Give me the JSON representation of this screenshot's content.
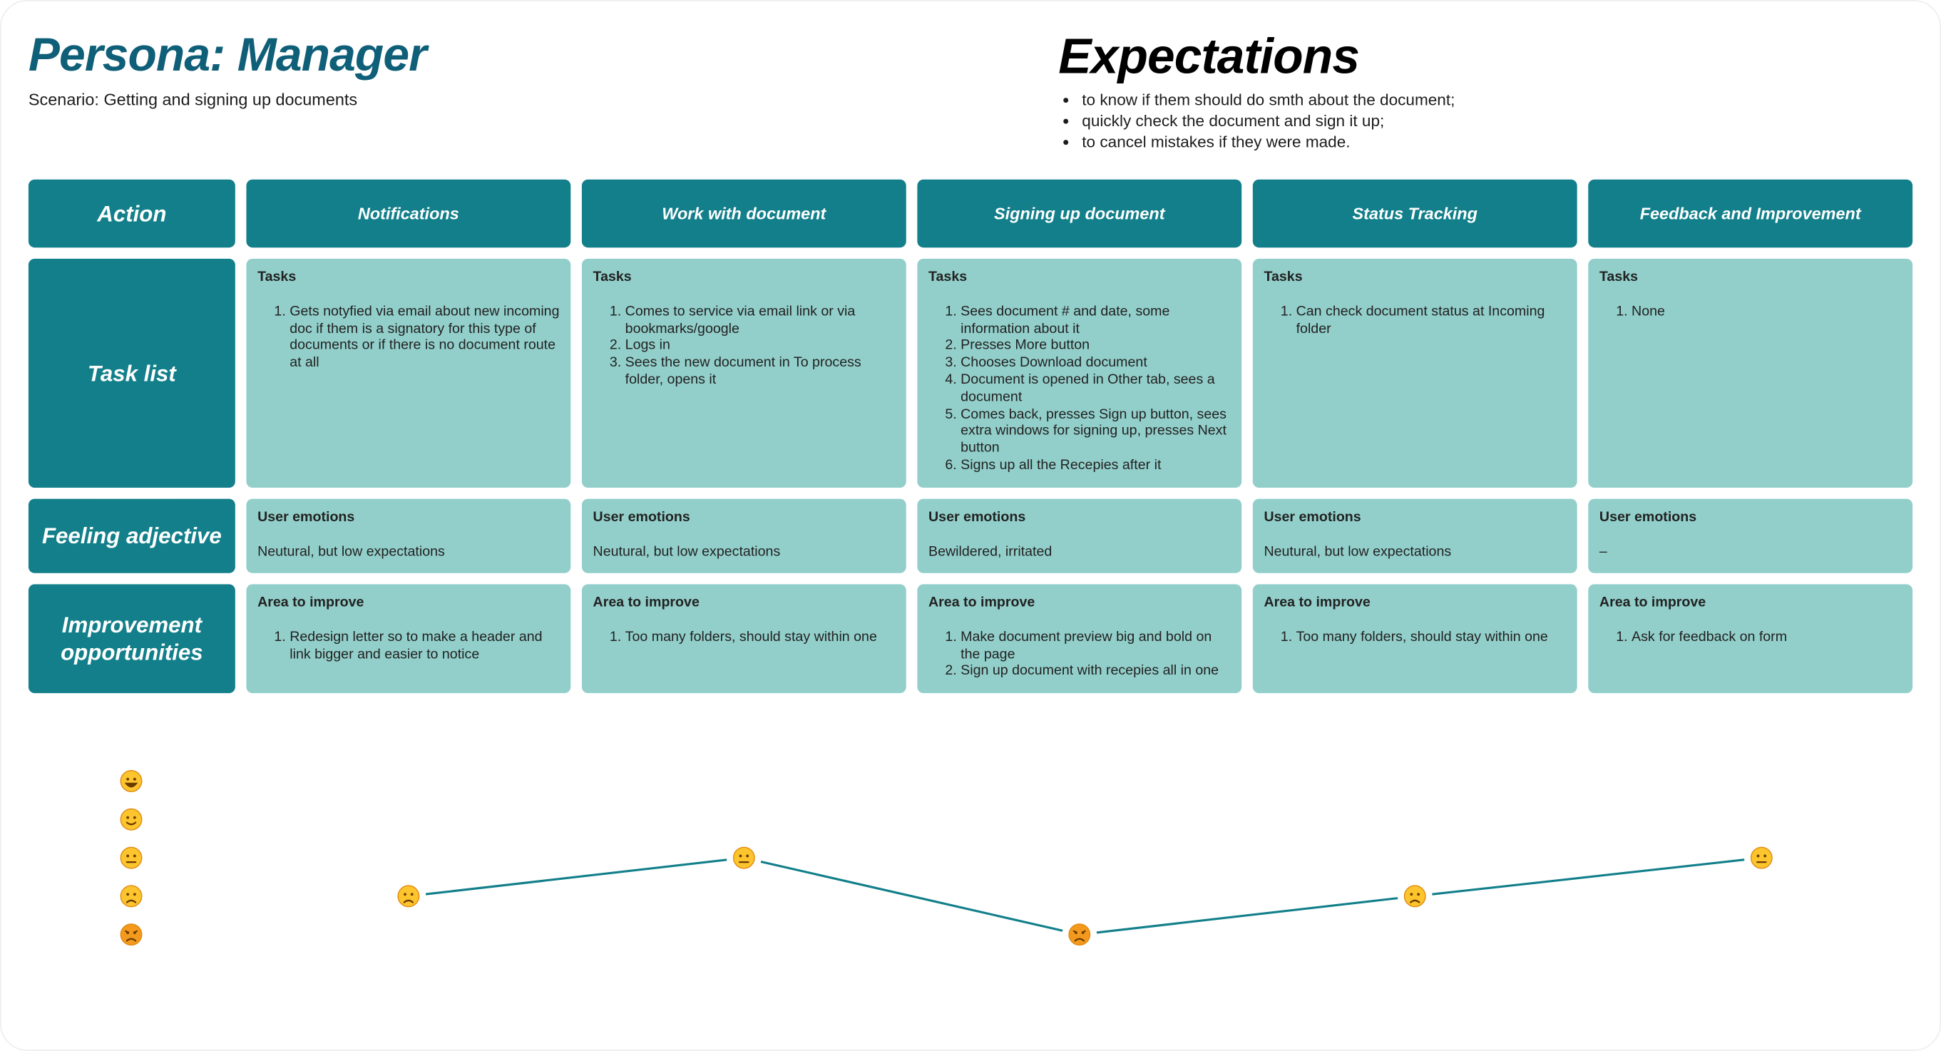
{
  "persona": {
    "title": "Persona: Manager",
    "scenario": "Scenario: Getting and signing up documents"
  },
  "expectations": {
    "title": "Expectations",
    "items": [
      "to know if them should do smth about the document;",
      "quickly check the document and sign it up;",
      "to cancel mistakes if they were made."
    ]
  },
  "colors": {
    "dark": "#127f8a",
    "light": "#92cfca",
    "title": "#0f5f78"
  },
  "rows": {
    "action": "Action",
    "tasks": "Task list",
    "feeling": "Feeling adjective",
    "improve": "Improvement opportunities"
  },
  "columns": [
    {
      "header": "Notifications",
      "tasks_label": "Tasks",
      "tasks": [
        "Gets notyfied via email about new incoming doc if them is a signatory for this type of documents or if there is no document route at all"
      ],
      "emotions_label": "User emotions",
      "emotions": "Neutural, but low expectations",
      "improve_label": "Area to improve",
      "improve": [
        "Redesign letter so to make a header and link bigger and easier to notice"
      ]
    },
    {
      "header": "Work with document",
      "tasks_label": "Tasks",
      "tasks": [
        "Comes to service via email link or via bookmarks/google",
        "Logs in",
        "Sees the new document in To process folder, opens it"
      ],
      "emotions_label": "User emotions",
      "emotions": "Neutural, but low expectations",
      "improve_label": "Area to improve",
      "improve": [
        "Too many folders, should stay within one"
      ]
    },
    {
      "header": "Signing up document",
      "tasks_label": "Tasks",
      "tasks": [
        "Sees document # and date, some information about it",
        "Presses More button",
        "Chooses Download document",
        "Document is opened in Other tab, sees a document",
        "Comes back, presses Sign up button, sees extra windows for signing up, presses Next button",
        "Signs up all the Recepies after it"
      ],
      "emotions_label": "User emotions",
      "emotions": "Bewildered, irritated",
      "improve_label": "Area to improve",
      "improve": [
        "Make document preview big and bold on the page",
        "Sign up document with recepies all in one"
      ]
    },
    {
      "header": "Status Tracking",
      "tasks_label": "Tasks",
      "tasks": [
        "Can check document status at Incoming folder"
      ],
      "emotions_label": "User emotions",
      "emotions": "Neutural, but low expectations",
      "improve_label": "Area to improve",
      "improve": [
        "Too many folders, should stay within one"
      ]
    },
    {
      "header": "Feedback and Improvement",
      "tasks_label": "Tasks",
      "tasks": [
        "None"
      ],
      "emotions_label": "User emotions",
      "emotions": "–",
      "improve_label": "Area to improve",
      "improve": [
        "Ask for feedback on form"
      ]
    }
  ],
  "chart_data": {
    "type": "line",
    "categories": [
      "Notifications",
      "Work with document",
      "Signing up document",
      "Status Tracking",
      "Feedback and Improvement"
    ],
    "values": [
      2,
      3,
      1,
      2,
      3
    ],
    "ylim": [
      1,
      5
    ],
    "y_levels": [
      {
        "value": 5,
        "icon": "grinning-face"
      },
      {
        "value": 4,
        "icon": "slightly-smiling-face"
      },
      {
        "value": 3,
        "icon": "neutral-face"
      },
      {
        "value": 2,
        "icon": "slightly-frowning-face"
      },
      {
        "value": 1,
        "icon": "angry-face"
      }
    ],
    "line_color": "#127f8a"
  }
}
